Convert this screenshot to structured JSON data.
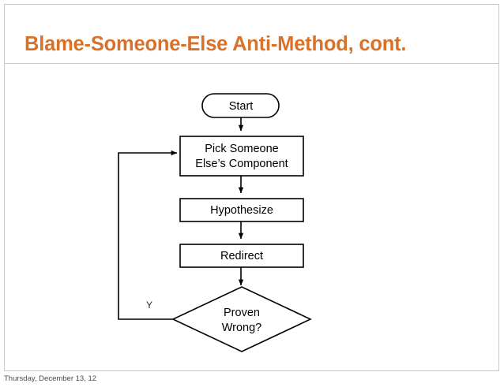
{
  "slide": {
    "title": "Blame-Someone-Else Anti-Method, cont.",
    "title_color": "#d97228",
    "background": "#ffffff",
    "border_color": "#c9c9c9"
  },
  "footer": {
    "date": "Thursday, December 13, 12"
  },
  "flowchart": {
    "type": "flowchart",
    "orientation": "top-to-bottom",
    "stroke_color": "#000000",
    "fill_color": "#ffffff",
    "nodes": [
      {
        "id": "start",
        "label": "Start",
        "shape": "stadium",
        "line1": "Start"
      },
      {
        "id": "pick",
        "label": "Pick Someone Else's Component",
        "shape": "rectangle",
        "line1": "Pick Someone",
        "line2": "Else’s Component"
      },
      {
        "id": "hypothesize",
        "label": "Hypothesize",
        "shape": "rectangle",
        "line1": "Hypothesize"
      },
      {
        "id": "redirect",
        "label": "Redirect",
        "shape": "rectangle",
        "line1": "Redirect"
      },
      {
        "id": "proven",
        "label": "Proven Wrong?",
        "shape": "diamond",
        "line1": "Proven",
        "line2": "Wrong?"
      }
    ],
    "edges": [
      {
        "from": "start",
        "to": "pick",
        "label": ""
      },
      {
        "from": "pick",
        "to": "hypothesize",
        "label": ""
      },
      {
        "from": "hypothesize",
        "to": "redirect",
        "label": ""
      },
      {
        "from": "redirect",
        "to": "proven",
        "label": ""
      },
      {
        "from": "proven",
        "to": "pick",
        "label": "Y",
        "routing": "left-feedback-loop"
      }
    ]
  }
}
